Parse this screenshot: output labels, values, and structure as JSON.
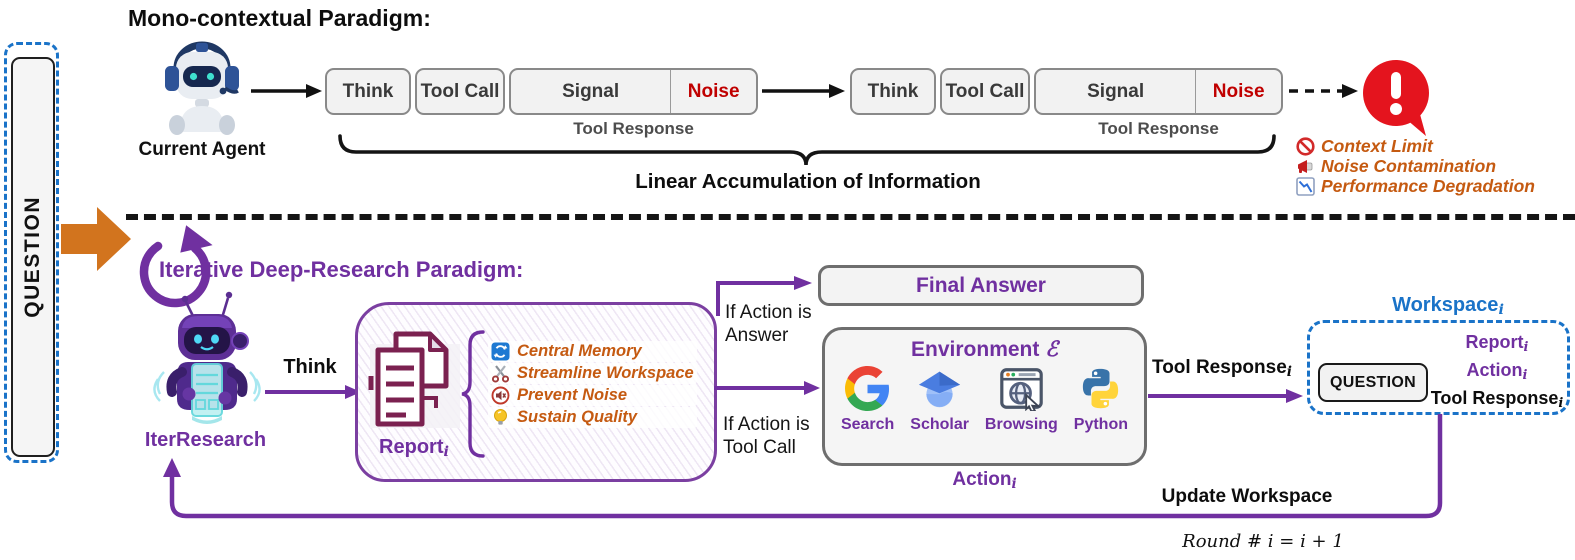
{
  "sub_i": "i",
  "colors": {
    "purple": "#7030A0",
    "orange_issue": "#C55A11",
    "noise_red": "#C00000",
    "workspace_blue": "#1A73C8",
    "question_arrow_orange": "#D2741E"
  },
  "question": {
    "label": "QUESTION"
  },
  "mono": {
    "title": "Mono-contextual Paradigm:",
    "agent_label": "Current Agent",
    "chain": {
      "think": "Think",
      "tool_call": "Tool Call",
      "signal": "Signal",
      "noise": "Noise",
      "tool_response": "Tool Response"
    },
    "accumulation_label": "Linear Accumulation of Information",
    "issues": [
      {
        "icon": "no-entry-icon",
        "label": "Context Limit"
      },
      {
        "icon": "megaphone-icon",
        "label": "Noise Contamination"
      },
      {
        "icon": "declining-chart-icon",
        "label": "Performance Degradation"
      }
    ]
  },
  "iter": {
    "title": "Iterative Deep-Research Paradigm:",
    "agent_label": "IterResearch",
    "think_label": "Think",
    "report": {
      "label": "Report",
      "items": [
        {
          "icon": "refresh-icon",
          "label": "Central Memory"
        },
        {
          "icon": "scissors-icon",
          "label": "Streamline Workspace"
        },
        {
          "icon": "mute-icon",
          "label": "Prevent Noise"
        },
        {
          "icon": "bulb-icon",
          "label": "Sustain Quality"
        }
      ]
    },
    "branch_answer_line1": "If Action is",
    "branch_answer_line2": "Answer",
    "branch_tool_line1": "If Action is",
    "branch_tool_line2": "Tool Call",
    "final_answer_label": "Final Answer",
    "environment": {
      "title": "Environment",
      "symbol": "ℰ",
      "tools": [
        {
          "icon": "google-search-icon",
          "label": "Search"
        },
        {
          "icon": "google-scholar-icon",
          "label": "Scholar"
        },
        {
          "icon": "browser-icon",
          "label": "Browsing"
        },
        {
          "icon": "python-icon",
          "label": "Python"
        }
      ]
    },
    "action_label": "Action",
    "tool_response_label": "Tool Response",
    "workspace": {
      "title": "Workspace",
      "question_label": "QUESTION",
      "report_label": "Report",
      "action_label": "Action",
      "tool_response_label": "Tool Response"
    },
    "update_label": "Update Workspace",
    "round_label": "Round # i = i + 1"
  }
}
